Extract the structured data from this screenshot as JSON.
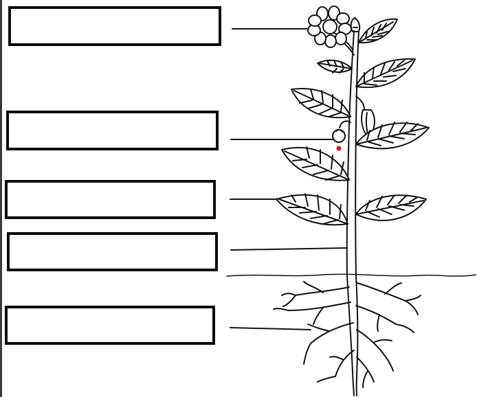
{
  "labels": [
    "",
    "",
    "",
    "",
    ""
  ],
  "parts": [
    "flower",
    "fruit",
    "leaf",
    "stem",
    "roots"
  ],
  "colors": {
    "line": "#111111",
    "box_border": "#0a0a0a",
    "fruit_dot": "#cc1f1f",
    "background": "#ffffff"
  }
}
